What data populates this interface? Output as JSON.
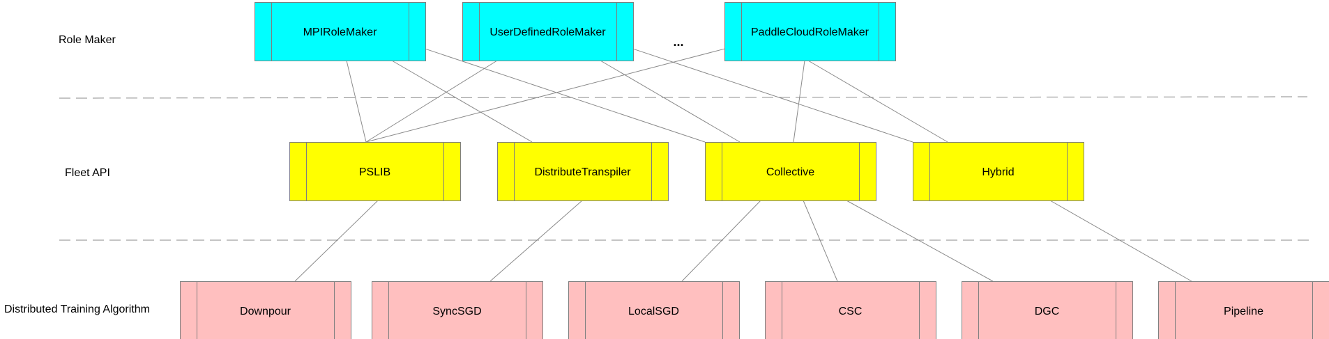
{
  "layers": {
    "role_maker": "Role Maker",
    "fleet_api": "Fleet API",
    "algorithm": "Distributed Training Algorithm"
  },
  "colors": {
    "role_maker": "#00ffff",
    "fleet_api": "#ffff00",
    "algorithm": "#ffbfbf",
    "edge": "#8a8a8a"
  },
  "ellipsis": "...",
  "role_makers": [
    "MPIRoleMaker",
    "UserDefinedRoleMaker",
    "PaddleCloudRoleMaker"
  ],
  "fleet_apis": [
    "PSLIB",
    "DistributeTranspiler",
    "Collective",
    "Hybrid"
  ],
  "algorithms": [
    "Downpour",
    "SyncSGD",
    "LocalSGD",
    "CSC",
    "DGC",
    "Pipeline"
  ],
  "edges": [
    [
      "MPIRoleMaker",
      "PSLIB"
    ],
    [
      "MPIRoleMaker",
      "DistributeTranspiler"
    ],
    [
      "MPIRoleMaker",
      "Collective"
    ],
    [
      "UserDefinedRoleMaker",
      "PSLIB"
    ],
    [
      "UserDefinedRoleMaker",
      "Collective"
    ],
    [
      "UserDefinedRoleMaker",
      "Hybrid"
    ],
    [
      "PaddleCloudRoleMaker",
      "PSLIB"
    ],
    [
      "PaddleCloudRoleMaker",
      "Collective"
    ],
    [
      "PaddleCloudRoleMaker",
      "Hybrid"
    ],
    [
      "PSLIB",
      "Downpour"
    ],
    [
      "DistributeTranspiler",
      "SyncSGD"
    ],
    [
      "Collective",
      "LocalSGD"
    ],
    [
      "Collective",
      "CSC"
    ],
    [
      "Collective",
      "DGC"
    ],
    [
      "Hybrid",
      "Pipeline"
    ]
  ]
}
